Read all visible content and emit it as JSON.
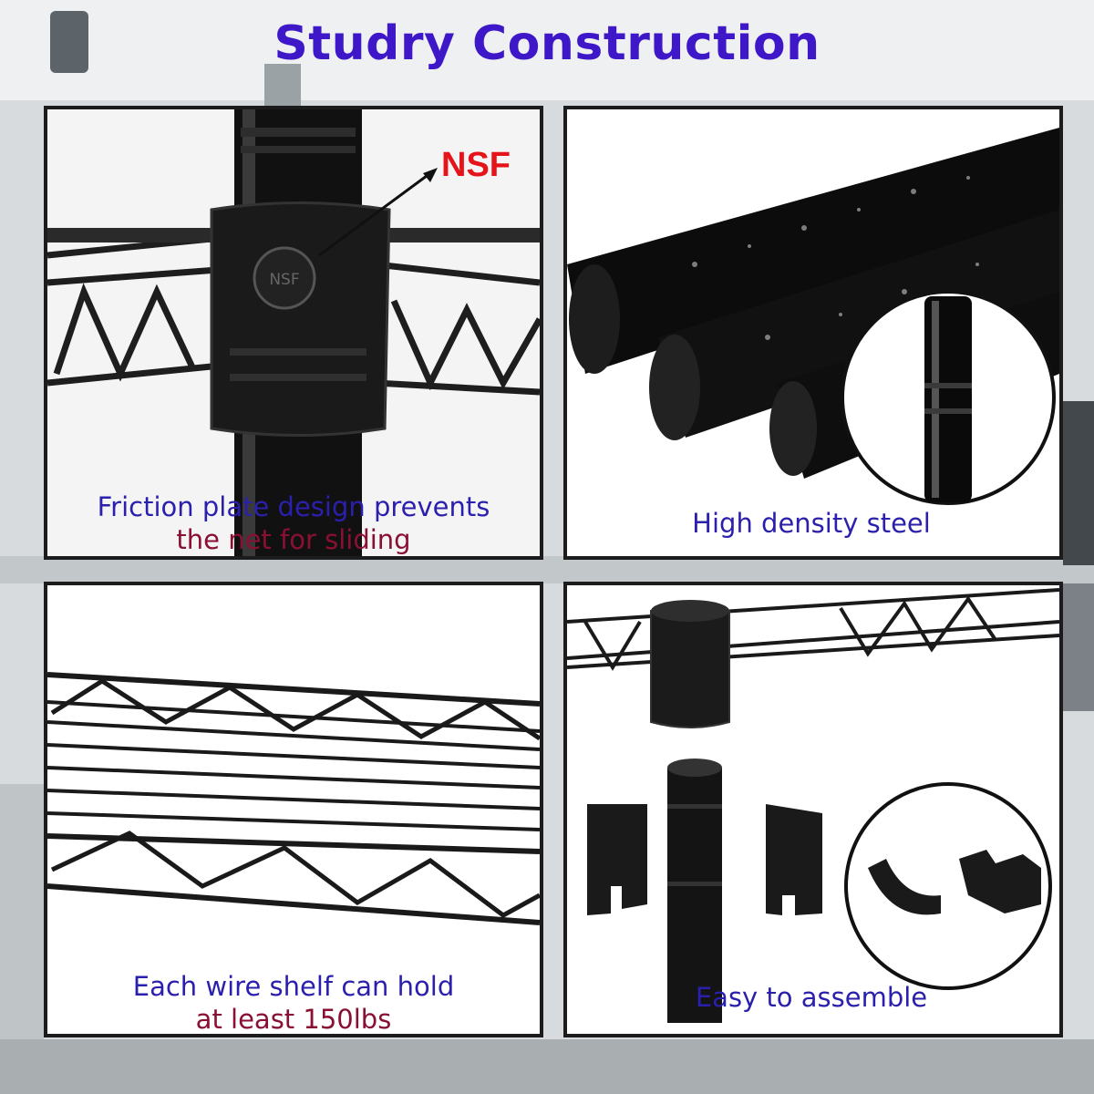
{
  "title": "Studry Construction",
  "panels": [
    {
      "id": "friction-plate",
      "callout": "NSF",
      "caption_line1": "Friction plate design prevents",
      "caption_line2": "the net for sliding"
    },
    {
      "id": "steel",
      "caption_line1": "High density steel"
    },
    {
      "id": "wire-shelf",
      "caption_line1": "Each wire shelf can hold",
      "caption_line2": "at least 150lbs"
    },
    {
      "id": "assembly",
      "caption_line1": "Easy to assemble"
    }
  ],
  "colors": {
    "title": "#3e18c8",
    "caption_blue": "#2b1fae",
    "caption_red": "#8a1033",
    "callout": "#e5141b",
    "frame": "#1c1c1c"
  }
}
